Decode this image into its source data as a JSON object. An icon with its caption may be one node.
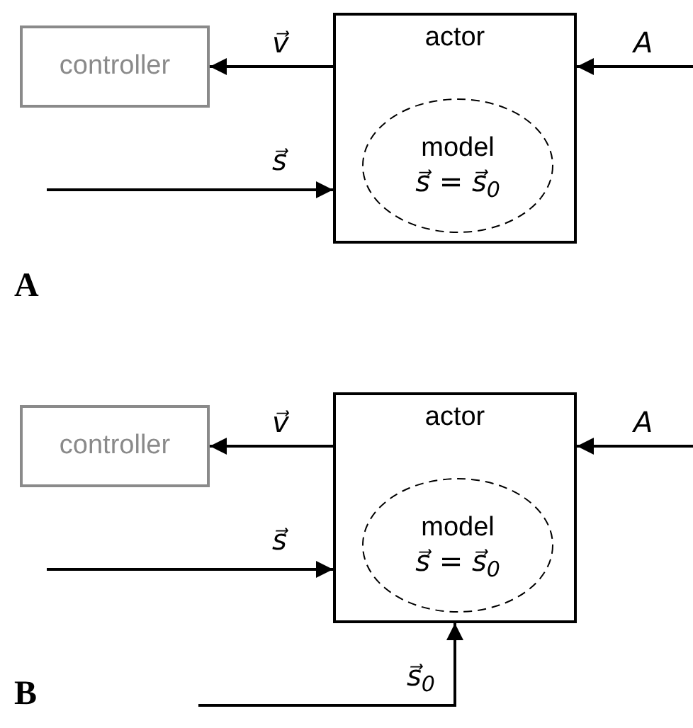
{
  "diagram": {
    "nodes": [
      {
        "text": [
          "controller"
        ]
      },
      {
        "text": [
          "actor"
        ]
      },
      {
        "text": [
          "model",
          "s⃗ = s⃗$_{0}$"
        ],
        "in": 1
      },
      {
        "text": [
          "controller"
        ]
      },
      {
        "text": [
          "actor"
        ]
      },
      {
        "text": [
          "model",
          "s⃗ = s⃗$_{0}$"
        ],
        "in": 4
      }
    ],
    "edges": [
      {
        "from": 1,
        "to": 0,
        "arrow": "to",
        "label": "v⃗"
      },
      {
        "from": null,
        "to": 1,
        "arrow": "to",
        "label": "A"
      },
      {
        "from": null,
        "to": 1,
        "arrow": "to",
        "label": "s⃗"
      },
      {
        "from": 4,
        "to": 3,
        "arrow": "to",
        "label": "v⃗"
      },
      {
        "from": null,
        "to": 4,
        "arrow": "to",
        "label": "A"
      },
      {
        "from": null,
        "to": 4,
        "arrow": "to",
        "label": "s⃗"
      },
      {
        "from": null,
        "to": 4,
        "arrow": "to",
        "label": "s⃗$_{0}$"
      }
    ],
    "labels": [
      "A",
      "B"
    ]
  }
}
